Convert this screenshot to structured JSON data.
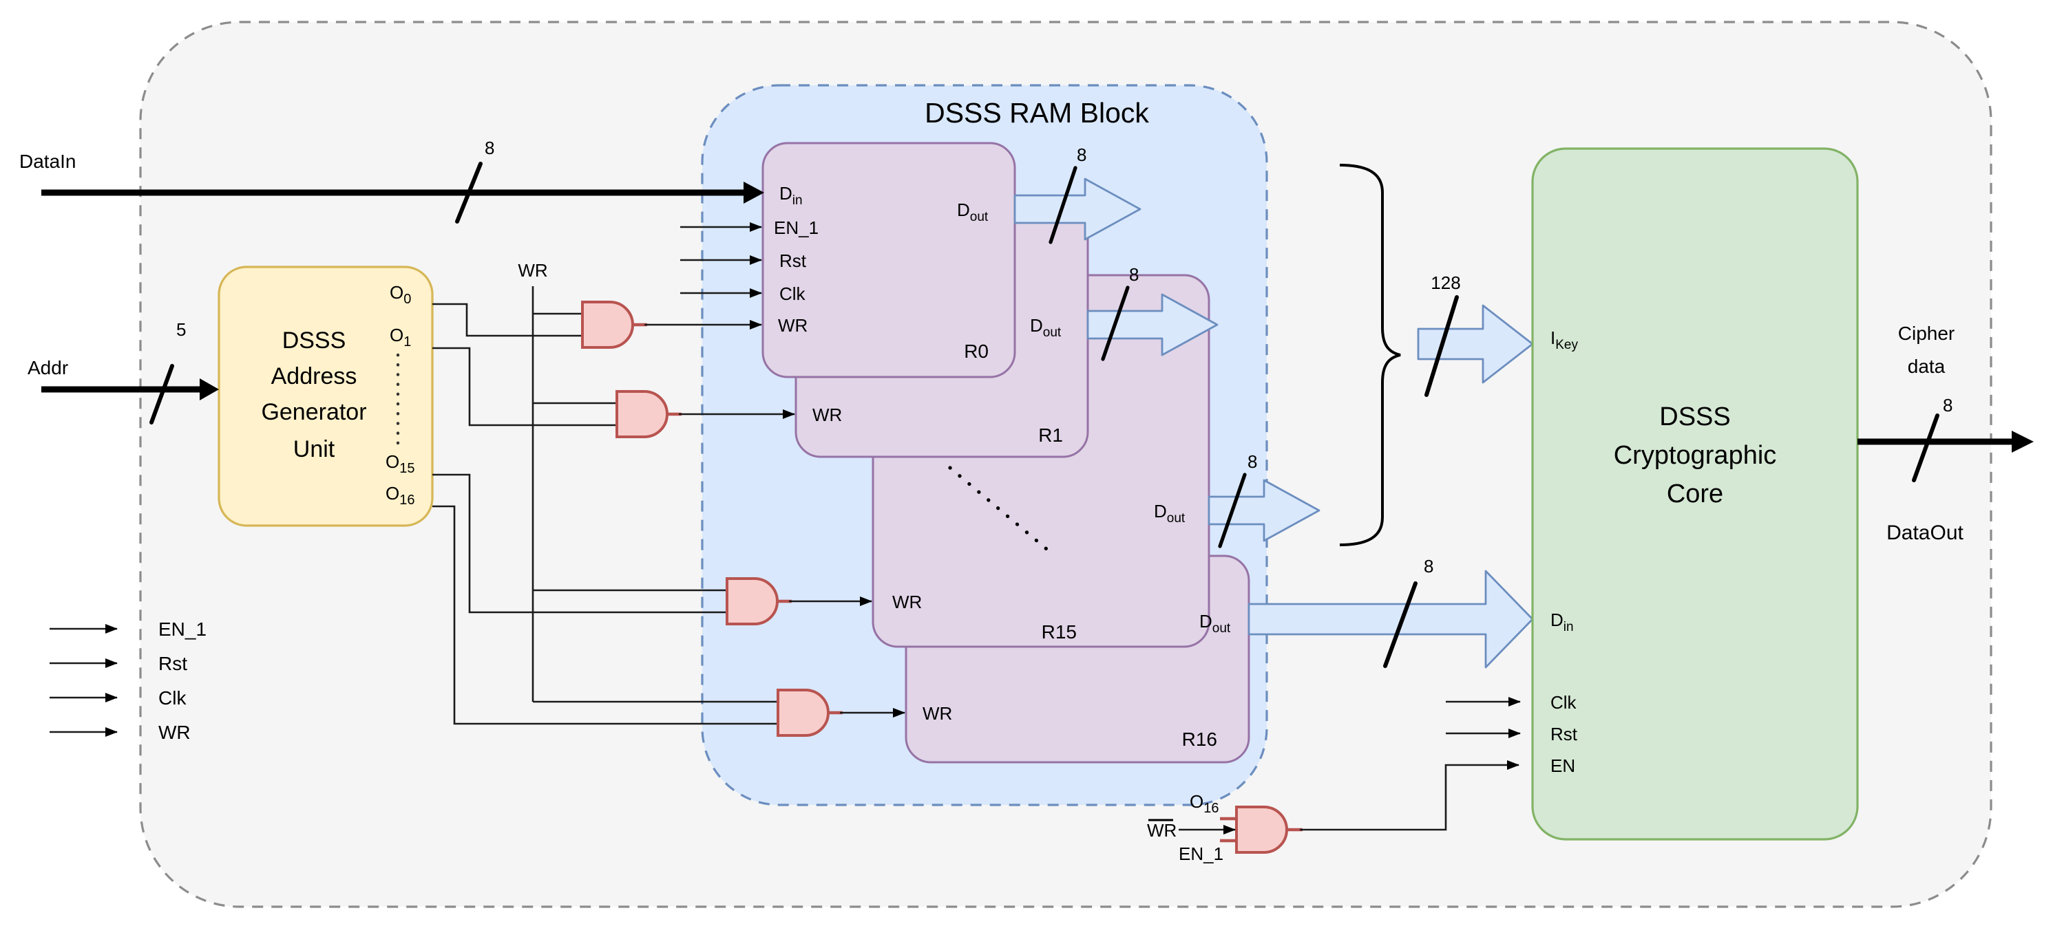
{
  "external": {
    "datain_label": "DataIn",
    "addr_label": "Addr",
    "signal_inputs": [
      "EN_1",
      "Rst",
      "Clk",
      "WR"
    ],
    "cipher_line1": "Cipher",
    "cipher_line2": "data",
    "dataout_label": "DataOut"
  },
  "bus": {
    "datain": "8",
    "addr": "5",
    "r0": "8",
    "r1": "8",
    "r15": "8",
    "din_core": "8",
    "ikey": "128",
    "dataout": "8"
  },
  "agu": {
    "title": [
      "DSSS",
      "Address",
      "Generator",
      "Unit"
    ],
    "o0_base": "O",
    "o0_sub": "0",
    "o1_base": "O",
    "o1_sub": "1",
    "o15_base": "O",
    "o15_sub": "15",
    "o16_base": "O",
    "o16_sub": "16"
  },
  "wr_rail_label": "WR",
  "ram": {
    "title": "DSSS RAM Block",
    "r0": {
      "name": "R0",
      "din_base": "D",
      "din_sub": "in",
      "en1": "EN_1",
      "rst": "Rst",
      "clk": "Clk",
      "wr": "WR",
      "dout_base": "D",
      "dout_sub": "out"
    },
    "r1": {
      "name": "R1",
      "wr": "WR",
      "dout_base": "D",
      "dout_sub": "out"
    },
    "r15": {
      "name": "R15",
      "wr": "WR",
      "dout_base": "D",
      "dout_sub": "out"
    },
    "r16": {
      "name": "R16",
      "wr": "WR",
      "dout_base": "D",
      "dout_sub": "out"
    }
  },
  "core": {
    "title": [
      "DSSS",
      "Cryptographic",
      "Core"
    ],
    "ikey_base": "I",
    "ikey_sub": "Key",
    "din_base": "D",
    "din_sub": "in",
    "clk": "Clk",
    "rst": "Rst",
    "en": "EN"
  },
  "en_gate": {
    "o16_base": "O",
    "o16_sub": "16",
    "wrbar": "WR",
    "en1": "EN_1"
  }
}
